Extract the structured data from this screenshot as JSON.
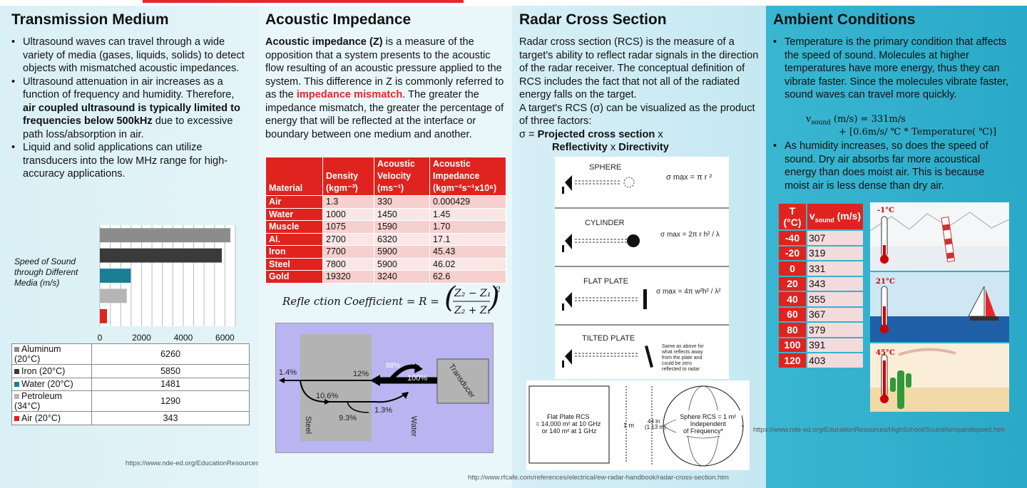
{
  "transmission": {
    "title": "Transmission Medium",
    "b1": "Ultrasound waves can travel through a wide variety of media (gases, liquids, solids) to detect objects with mismatched acoustic impedances.",
    "b2_pre": "Ultrasound attenuation in air increases as a function of frequency and humidity. Therefore, ",
    "b2_bold": "air coupled ultrasound is typically limited to frequencies below 500kHz",
    "b2_post": " due to excessive path loss/absorption in air.",
    "b3": "Liquid and solid applications can utilize transducers into the low MHz range for high-accuracy applications.",
    "url": "https://www.nde-ed.org/EducationResources/CommunityCollege/Ultrasonics/Physics/reflectiontransmission.htm"
  },
  "chart_data": {
    "type": "bar",
    "orientation": "horizontal",
    "title": "Speed of Sound through Different Media  (m/s)",
    "categories": [
      "Aluminum (20°C)",
      "Iron (20°C)",
      "Water (20°C)",
      "Petroleum (34°C)",
      "Air (20°C)"
    ],
    "values": [
      6260,
      5850,
      1481,
      1290,
      343
    ],
    "colors": [
      "#8c8c8c",
      "#3a3a3a",
      "#1a7f95",
      "#b5b5b5",
      "#e0231f"
    ],
    "xlim": [
      0,
      6500
    ],
    "xticks": [
      "0",
      "2000",
      "4000",
      "6000"
    ],
    "tick_values": [
      0,
      2000,
      4000,
      6000
    ],
    "grid": true,
    "data_table": true
  },
  "sound_table_values": [
    "6260",
    "5850",
    "1481",
    "1290",
    "343"
  ],
  "impedance": {
    "title": "Acoustic Impedance",
    "p_bold": "Acoustic impedance (Z)",
    "p1": " is a measure of the opposition that a system presents to the acoustic flow resulting of an acoustic pressure applied to the system. This difference in Z is commonly referred to as the ",
    "p_red": "impedance mismatch",
    "p2": ".  The greater the impedance mismatch, the greater the percentage of energy that will be reflected at the interface or boundary between one medium and another.",
    "headers": [
      "Material",
      "Density (kgm⁻³)",
      "Acoustic Velocity (ms⁻¹)",
      "Acoustic Impedance (kgm⁻²s⁻¹x10⁶)"
    ],
    "rows": [
      [
        "Air",
        "1.3",
        "330",
        "0.000429"
      ],
      [
        "Water",
        "1000",
        "1450",
        "1.45"
      ],
      [
        "Muscle",
        "1075",
        "1590",
        "1.70"
      ],
      [
        "Al.",
        "2700",
        "6320",
        "17.1"
      ],
      [
        "Iron",
        "7700",
        "5900",
        "45.43"
      ],
      [
        "Steel",
        "7800",
        "5900",
        "46.02"
      ],
      [
        "Gold",
        "19320",
        "3240",
        "62.6"
      ]
    ],
    "formula_label": "Refle ction Coefficient = R =",
    "diagram": {
      "steel": "Steel",
      "water": "Water",
      "transducer": "Transducer",
      "p100": "100%",
      "p88": "88%",
      "p12": "12%",
      "p14": "1.4%",
      "p106": "10.6%",
      "p93": "9.3%",
      "p13": "1.3%"
    }
  },
  "radar": {
    "title": "Radar Cross Section",
    "p1": "Radar cross section (RCS) is the measure of a target's ability to reflect radar signals in the direction of the radar receiver. The conceptual definition of RCS includes the fact that not all of the radiated energy falls on the target.",
    "p2": "A target's RCS (σ) can be visualized as the product of three factors:",
    "eq_pre": "σ = ",
    "eq_b1": "Projected cross section",
    "eq_x1": " x",
    "eq_b2": "Reflectivity",
    "eq_x2": " x ",
    "eq_b3": "Directivity",
    "shapes": [
      "SPHERE",
      "CYLINDER",
      "FLAT PLATE",
      "TILTED PLATE"
    ],
    "formulas": [
      "σ max = π r ²",
      "σ max = 2π r h² / λ",
      "σ max = 4π w²h² / λ²"
    ],
    "tilted_note": "Same as above for what reflects away from the plate and could be zero reflected to radar",
    "flat_rcs": "Flat Plate RCS = 14,000 m² at 10 GHz or 140 m² at 1 GHz",
    "one_m": "1 m",
    "size44": "44 in (1.13 m)",
    "sphere_rcs": "Sphere RCS = 1 m² Independent of Frequency*",
    "url": "http://www.rfcafe.com/references/electrical/ew-radar-handbook/radar-cross-section.htm"
  },
  "ambient": {
    "title": "Ambient Conditions",
    "b1": "Temperature is the primary condition that affects the speed of sound. Molecules at higher temperatures have more energy, thus they can vibrate faster. Since the molecules vibrate faster, sound waves can travel more quickly.",
    "eq1": "v",
    "eq1_sub": "sound",
    "eq1_rest": " (m/s) = 331m/s",
    "eq2": "+ [0.6m/s/ ℃ * Temperature( ℃)]",
    "b2": "As humidity increases, so does the speed of sound. Dry air absorbs far more acoustical energy than does moist air. This is because moist air is less dense than dry air.",
    "th1": "T (°C)",
    "th2a": "v",
    "th2sub": "sound",
    "th2b": " (m/s)",
    "rows": [
      [
        "-40",
        "307"
      ],
      [
        "-20",
        "319"
      ],
      [
        "0",
        "331"
      ],
      [
        "20",
        "343"
      ],
      [
        "40",
        "355"
      ],
      [
        "60",
        "367"
      ],
      [
        "80",
        "379"
      ],
      [
        "100",
        "391"
      ],
      [
        "120",
        "403"
      ]
    ],
    "scene_labels": [
      "-1°C",
      "21°C",
      "45°C"
    ],
    "url": "https://www.nde-ed.org/EducationResources/HighSchool/Sound/tempandspeed.htm"
  }
}
